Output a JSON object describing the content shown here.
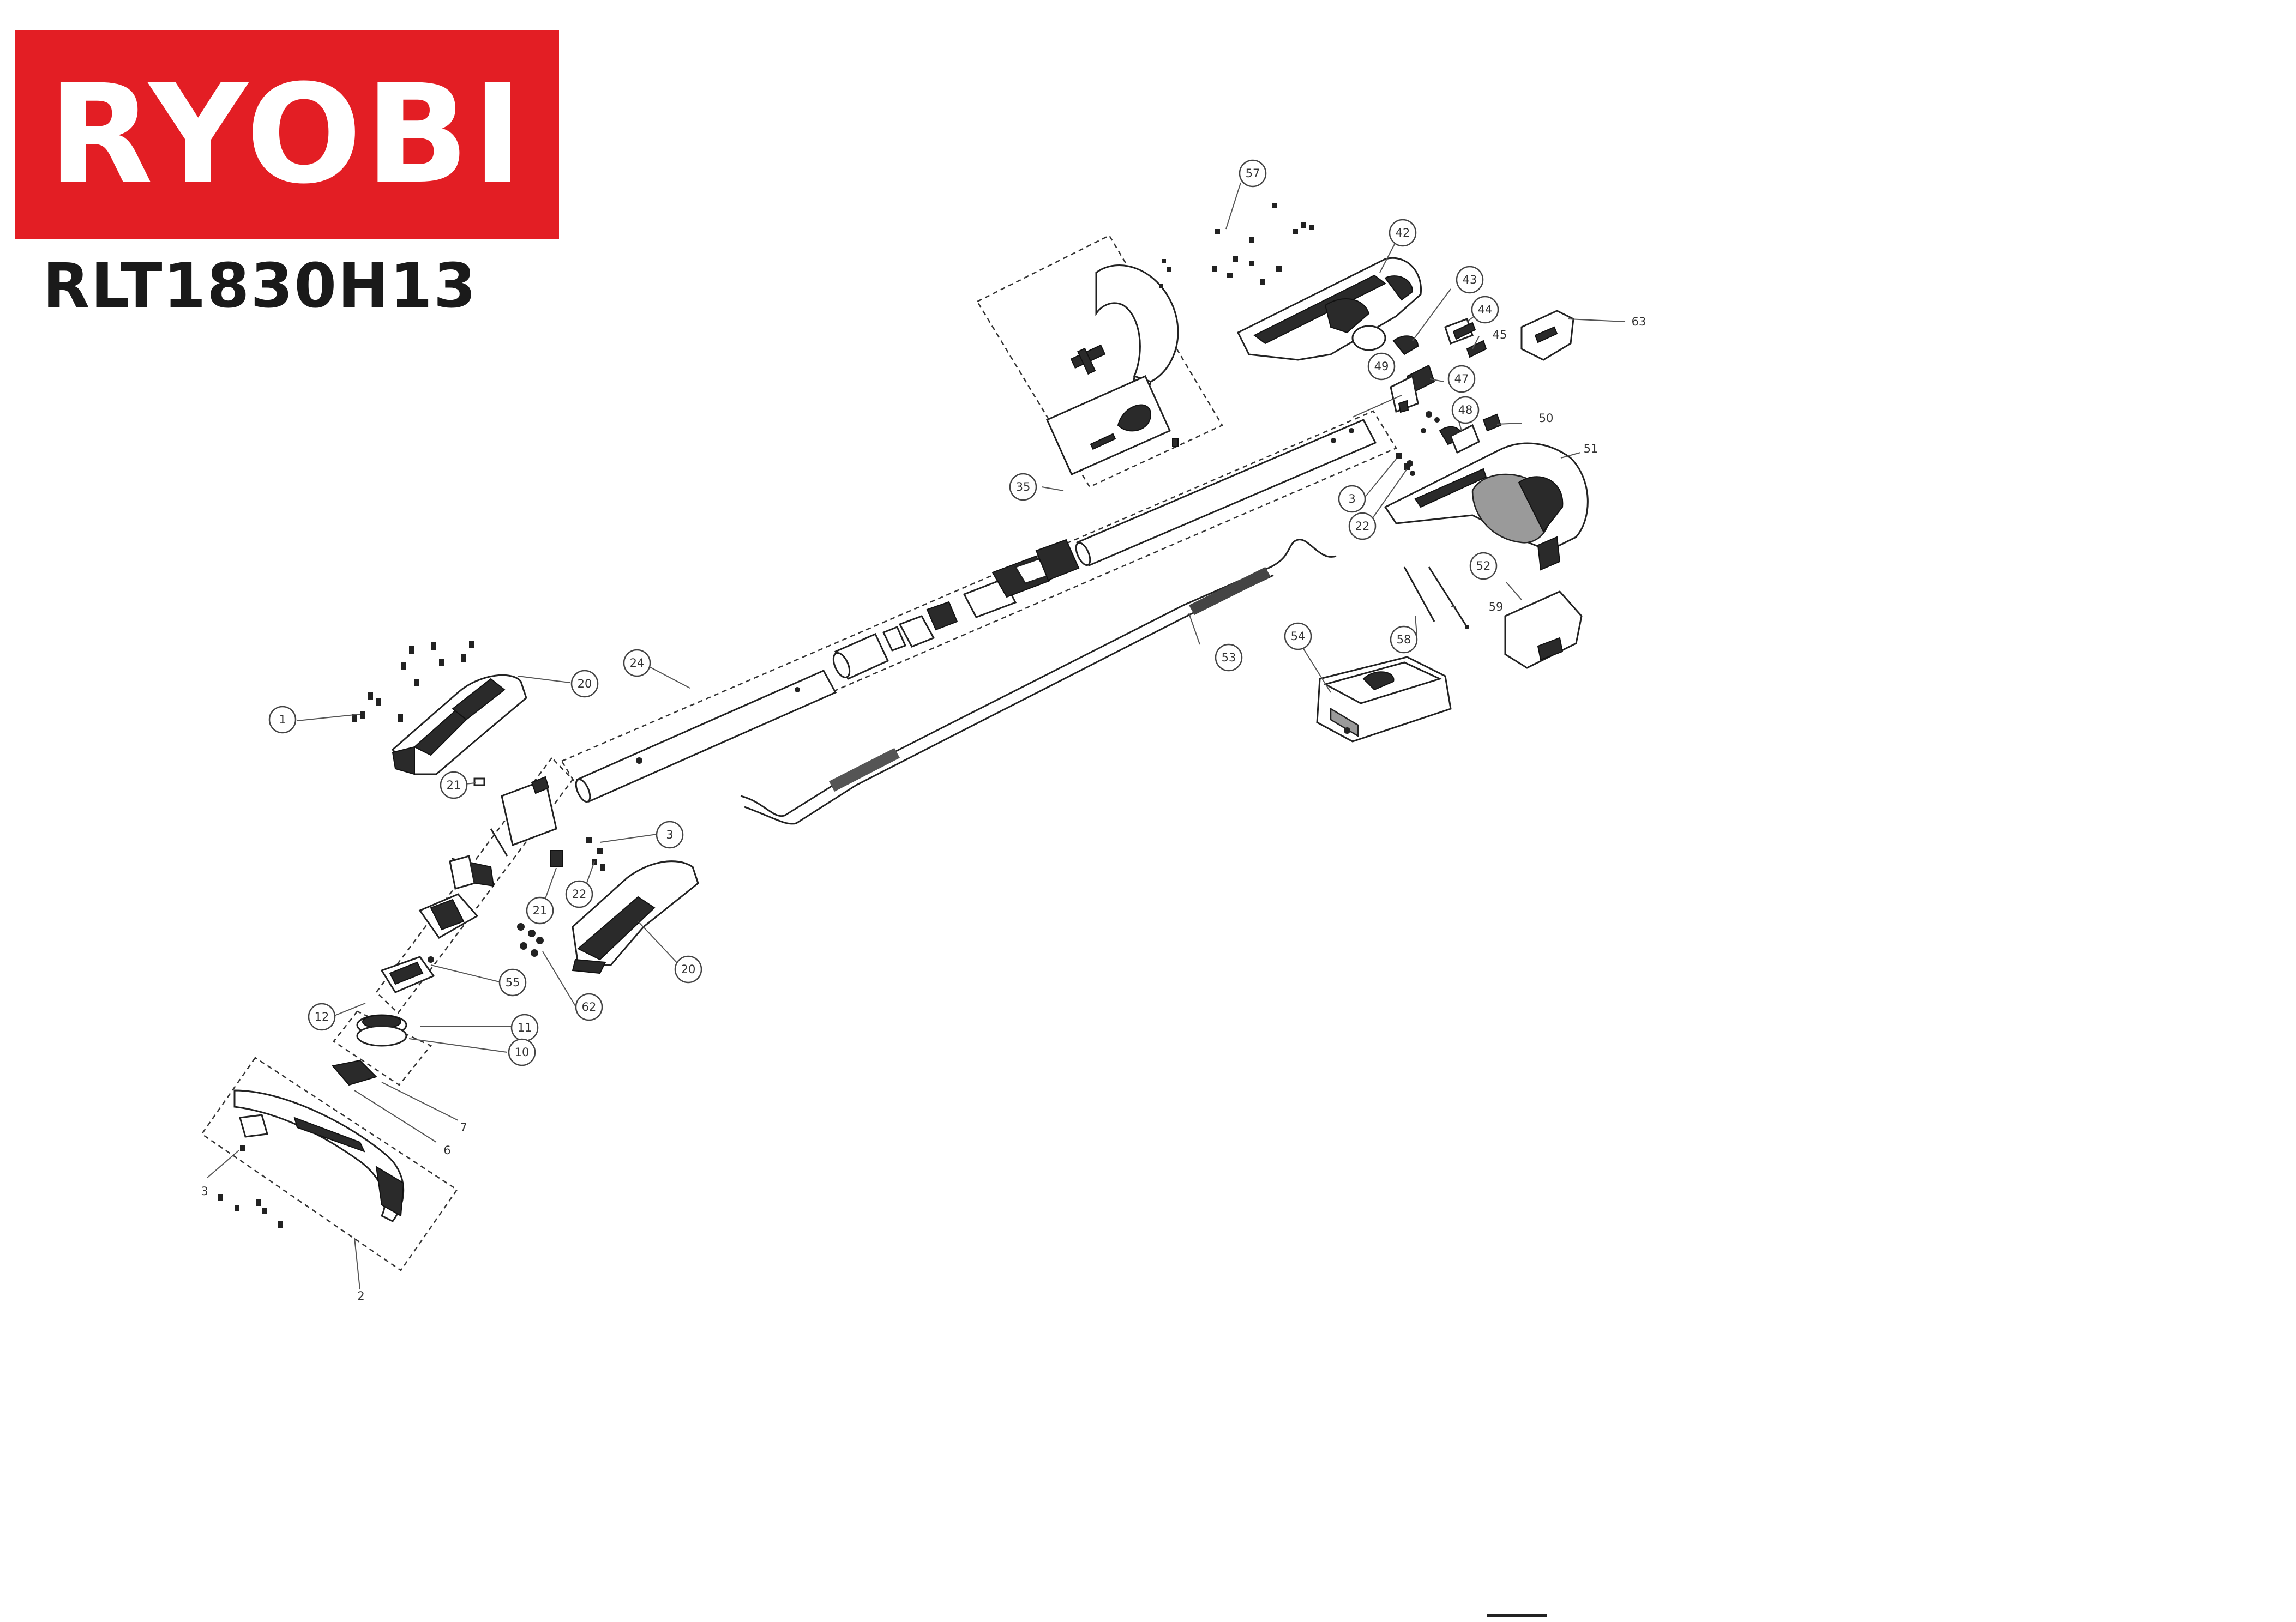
{
  "brand": {
    "logo_text": "RYOBI",
    "color": "#e31e24"
  },
  "model": "RLT1830H13",
  "parts": {
    "p1": "1",
    "p2": "2",
    "p3a": "3",
    "p3b": "3",
    "p3c": "3",
    "p6": "6",
    "p7": "7",
    "p10": "10",
    "p11": "11",
    "p12": "12",
    "p20a": "20",
    "p20b": "20",
    "p21a": "21",
    "p21b": "21",
    "p22a": "22",
    "p22b": "22",
    "p24": "24",
    "p35": "35",
    "p42": "42",
    "p43": "43",
    "p44": "44",
    "p45": "45",
    "p47": "47",
    "p48": "48",
    "p49": "49",
    "p50": "50",
    "p51": "51",
    "p52": "52",
    "p53": "53",
    "p54": "54",
    "p55": "55",
    "p57": "57",
    "p58": "58",
    "p59": "59",
    "p62": "62",
    "p63": "63"
  }
}
